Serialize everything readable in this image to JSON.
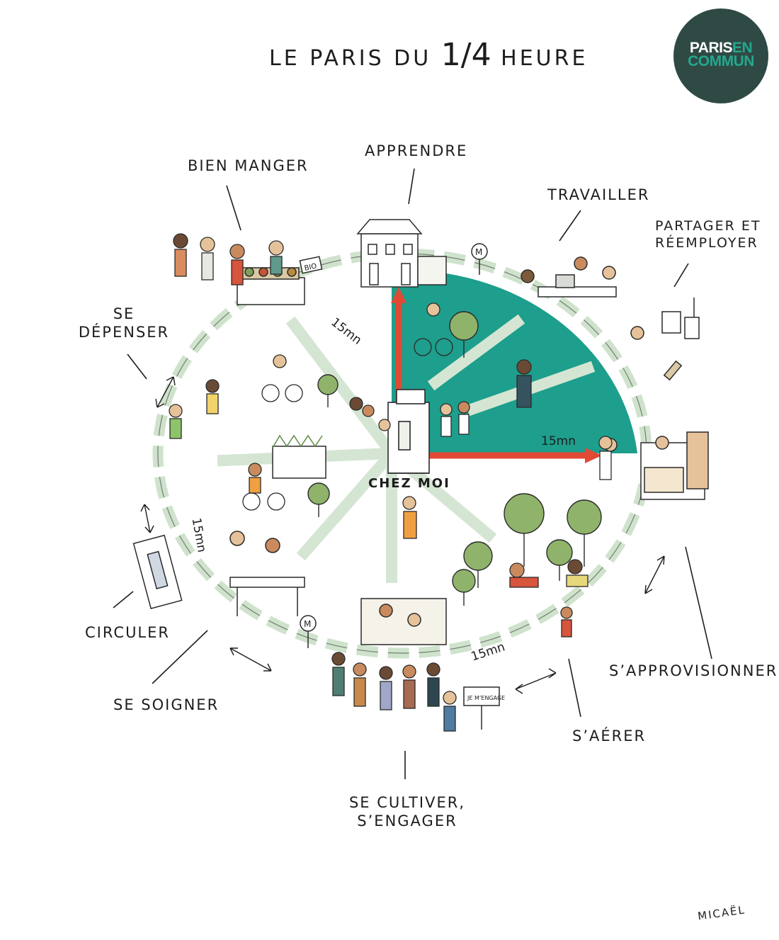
{
  "title": {
    "main": "LE PARIS DU",
    "fraction": "1/4",
    "suffix": "HEURE"
  },
  "logo": {
    "line1_a": "PARIS",
    "line1_b": "EN",
    "line2": "COMMUN"
  },
  "center_label": "CHEZ MOI",
  "duration_labels": [
    "15mn",
    "15mn",
    "15mn",
    "15mn"
  ],
  "activities": [
    "APPRENDRE",
    "BIEN MANGER",
    "TRAVAILLER",
    "PARTAGER ET RÉEMPLOYER",
    "SE DÉPENSER",
    "CIRCULER",
    "SE SOIGNER",
    "SE CULTIVER, S’ENGAGER",
    "S’AÉRER",
    "S’APPROVISIONNER"
  ],
  "sign_labels": {
    "bio": "BIO",
    "engage": "JE M’ENGAGE",
    "metro": "M"
  },
  "signature": "MICAËL",
  "colors": {
    "quarter": "#1e9e8c",
    "road": "#d4e6d3",
    "arrow": "#e04a35",
    "logo_bg": "#2f4a45",
    "logo_accent": "#24a78f"
  }
}
